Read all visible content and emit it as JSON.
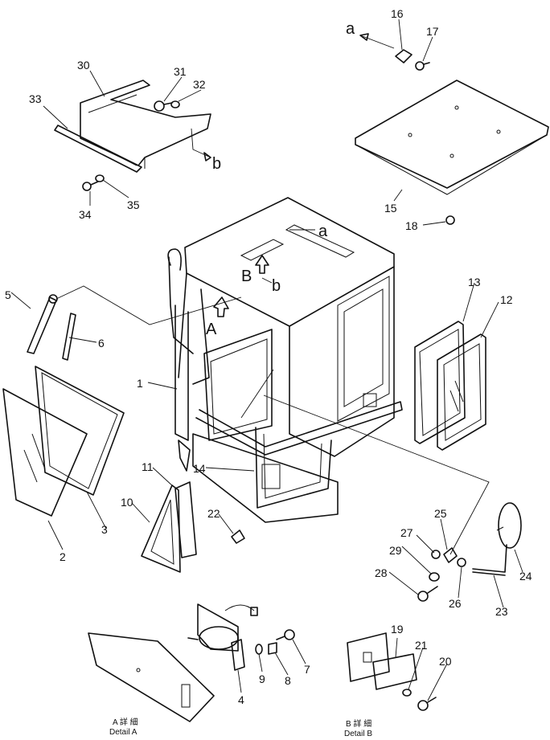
{
  "labels": {
    "p1": "1",
    "p2": "2",
    "p3": "3",
    "p4": "4",
    "p5": "5",
    "p6": "6",
    "p7": "7",
    "p8": "8",
    "p9": "9",
    "p10": "10",
    "p11": "11",
    "p12": "12",
    "p13": "13",
    "p14": "14",
    "p15": "15",
    "p16": "16",
    "p17": "17",
    "p18": "18",
    "p19": "19",
    "p20": "20",
    "p21": "21",
    "p22": "22",
    "p23": "23",
    "p24": "24",
    "p25": "25",
    "p26": "26",
    "p27": "27",
    "p28": "28",
    "p29": "29",
    "p30": "30",
    "p31": "31",
    "p32": "32",
    "p33": "33",
    "p34": "34",
    "p35": "35"
  },
  "refs": {
    "a_top": "a",
    "a_roof": "a",
    "b_top": "b",
    "b_roof": "b",
    "A_arrow": "A",
    "B_arrow": "B"
  },
  "captions": {
    "detail_a_jp": "A 詳 細",
    "detail_a_en": "Detail A",
    "detail_b_jp": "B 詳 細",
    "detail_b_en": "Detail B"
  }
}
